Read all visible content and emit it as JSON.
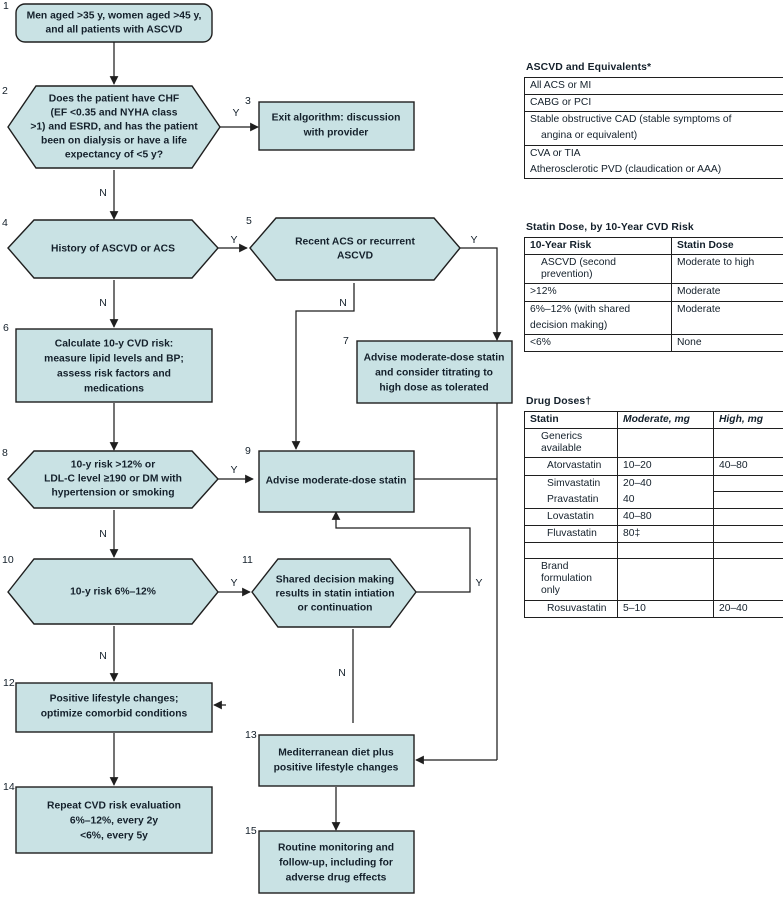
{
  "flowchart": {
    "nodes": [
      {
        "num": "1",
        "type": "rounded-rect",
        "lines": [
          "Men aged >35 y, women aged >45 y,",
          "and all patients with ASCVD"
        ]
      },
      {
        "num": "2",
        "type": "hexagon",
        "lines": [
          "Does the patient have CHF",
          "(EF <0.35 and NYHA class",
          ">1) and ESRD, and has the patient",
          "been on dialysis or have a life",
          "expectancy of <5 y?"
        ]
      },
      {
        "num": "3",
        "type": "rect",
        "lines": [
          "Exit algorithm: discussion",
          "with provider"
        ]
      },
      {
        "num": "4",
        "type": "hexagon",
        "lines": [
          "History of ASCVD or ACS"
        ]
      },
      {
        "num": "5",
        "type": "hexagon",
        "lines": [
          "Recent ACS or recurrent",
          "ASCVD"
        ]
      },
      {
        "num": "6",
        "type": "rect",
        "lines": [
          "Calculate 10-y CVD risk:",
          "measure lipid levels and BP;",
          "assess risk factors and",
          "medications"
        ]
      },
      {
        "num": "7",
        "type": "rect",
        "lines": [
          "Advise moderate-dose statin",
          "and consider titrating to",
          "high dose as tolerated"
        ]
      },
      {
        "num": "8",
        "type": "hexagon",
        "lines": [
          "10-y risk >12% or",
          "LDL-C level ≥190 or DM with",
          "hypertension or smoking"
        ]
      },
      {
        "num": "9",
        "type": "rect",
        "lines": [
          "Advise moderate-dose statin"
        ]
      },
      {
        "num": "10",
        "type": "hexagon",
        "lines": [
          "10-y risk 6%–12%"
        ]
      },
      {
        "num": "11",
        "type": "hexagon",
        "lines": [
          "Shared decision making",
          "results in statin intiation",
          "or continuation"
        ]
      },
      {
        "num": "12",
        "type": "rect",
        "lines": [
          "Positive lifestyle changes;",
          "optimize comorbid conditions"
        ]
      },
      {
        "num": "13",
        "type": "rect",
        "lines": [
          "Mediterranean diet plus",
          "positive lifestyle changes"
        ]
      },
      {
        "num": "14",
        "type": "rect",
        "lines": [
          "Repeat CVD risk evaluation",
          "6%–12%, every 2y",
          "<6%, every 5y"
        ]
      },
      {
        "num": "15",
        "type": "rect",
        "lines": [
          "Routine monitoring and",
          "follow-up, including for",
          "adverse drug effects"
        ]
      }
    ],
    "edge_labels": {
      "e2_yes": "Y",
      "e2_no": "N",
      "e4_yes": "Y",
      "e4_no": "N",
      "e5_yes": "Y",
      "e5_no": "N",
      "e8_yes": "Y",
      "e8_no": "N",
      "e10_yes": "Y",
      "e10_no": "N",
      "e11_yes": "Y",
      "e11_no": "N"
    },
    "colors": {
      "node_fill": "#c9e2e4",
      "node_stroke": "#1f1f1f",
      "text": "#14202b"
    }
  },
  "tables": {
    "ascvd": {
      "caption": "ASCVD and Equivalents*",
      "rows": [
        "All ACS or MI",
        "CABG or PCI",
        "Stable obstructive CAD (stable symptoms of",
        "angina or equivalent)",
        "CVA or TIA",
        "Atherosclerotic PVD (claudication or AAA)"
      ]
    },
    "statin_dose": {
      "caption": "Statin Dose, by 10-Year CVD Risk",
      "headers": [
        "10-Year Risk",
        "Statin Dose"
      ],
      "rows": [
        {
          "risk": "ASCVD (second prevention)",
          "dose": "Moderate to high",
          "indent": 1
        },
        {
          "risk": ">12%",
          "dose": "Moderate",
          "indent": 0
        },
        {
          "risk": "6%–12% (with shared",
          "risk2": "decision making)",
          "dose": "Moderate",
          "indent": 0
        },
        {
          "risk": "<6%",
          "dose": "None",
          "indent": 0
        }
      ]
    },
    "drug_doses": {
      "caption": "Drug Doses†",
      "headers": [
        "Statin",
        "Moderate, mg",
        "High, mg"
      ],
      "rows": [
        {
          "statin": "Generics available",
          "moderate": "",
          "high": "",
          "indent": 1
        },
        {
          "statin": "Atorvastatin",
          "moderate": "10–20",
          "high": "40–80",
          "indent": 2
        },
        {
          "statin": "Simvastatin",
          "moderate": "20–40",
          "high": "",
          "indent": 2
        },
        {
          "statin": "Pravastatin",
          "moderate": "40",
          "high": "",
          "indent": 2
        },
        {
          "statin": "Lovastatin",
          "moderate": "40–80",
          "high": "",
          "indent": 2
        },
        {
          "statin": "Fluvastatin",
          "moderate": "80‡",
          "high": "",
          "indent": 2
        },
        {
          "statin": "",
          "moderate": "",
          "high": "",
          "indent": 0
        },
        {
          "statin": "Brand formulation only",
          "moderate": "",
          "high": "",
          "indent": 1
        },
        {
          "statin": "Rosuvastatin",
          "moderate": "5–10",
          "high": "20–40",
          "indent": 2
        }
      ]
    }
  }
}
